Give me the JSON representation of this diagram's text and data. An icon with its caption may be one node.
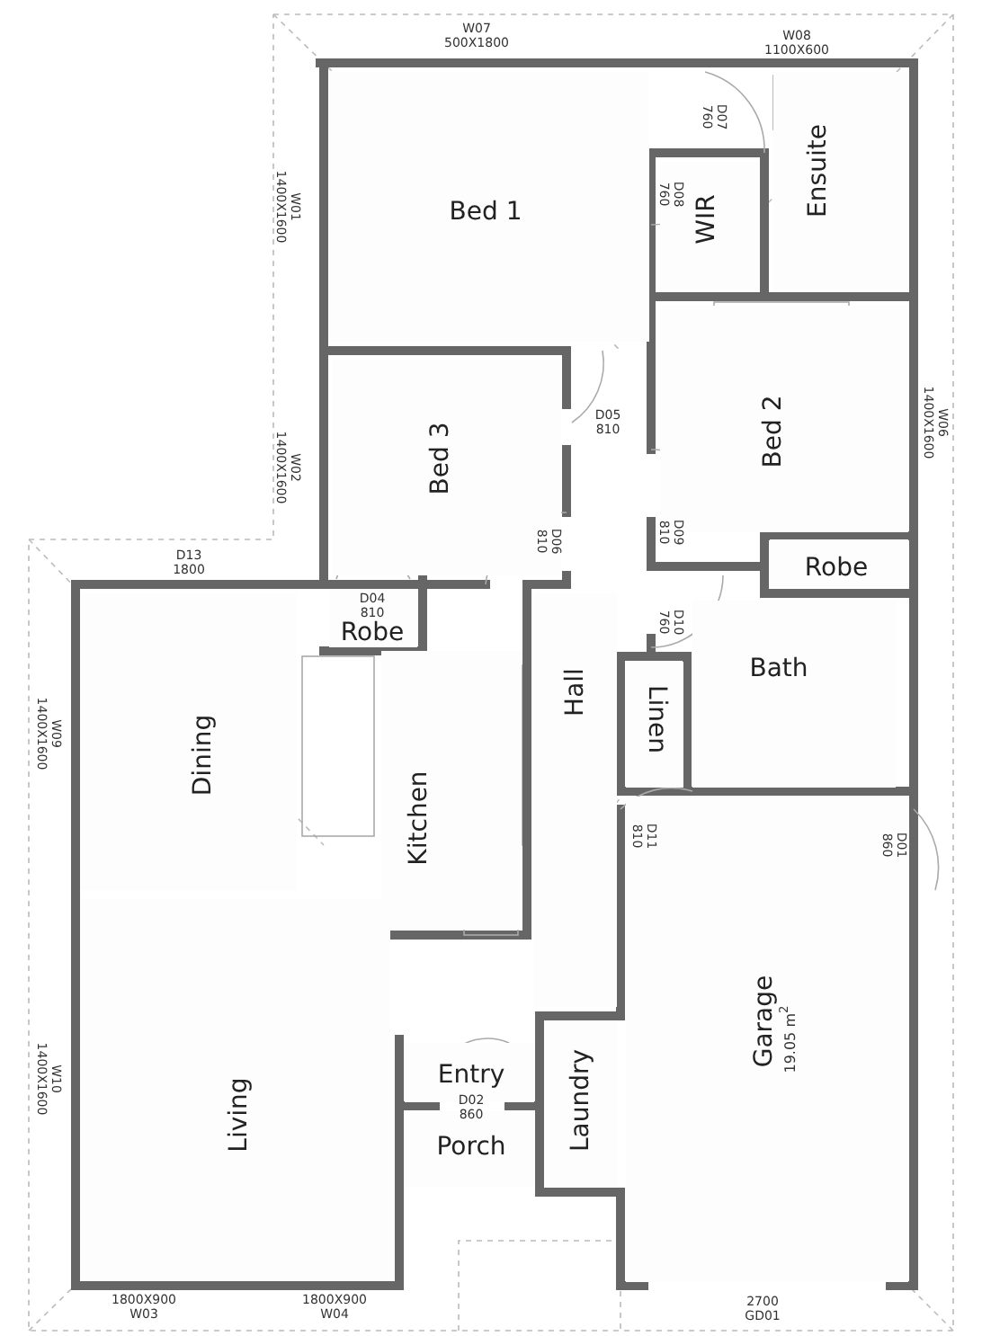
{
  "diagram": {
    "nodes": [
      {
        "text": [
          "Bed 1"
        ]
      },
      {
        "text": [
          "WIR"
        ]
      },
      {
        "text": [
          "Ensuite"
        ]
      },
      {
        "text": [
          "Bed 3"
        ]
      },
      {
        "text": [
          "Bed 2"
        ]
      },
      {
        "text": [
          "Robe"
        ]
      },
      {
        "text": [
          "Robe"
        ]
      },
      {
        "text": [
          "Hall"
        ]
      },
      {
        "text": [
          "Linen"
        ]
      },
      {
        "text": [
          "Bath"
        ]
      },
      {
        "text": [
          "Dining"
        ]
      },
      {
        "text": [
          "Kitchen"
        ]
      },
      {
        "text": [
          "Living"
        ]
      },
      {
        "text": [
          "Entry"
        ]
      },
      {
        "text": [
          "Porch"
        ]
      },
      {
        "text": [
          "Laundry"
        ]
      },
      {
        "text": [
          "Garage",
          "19.05 m$^{2}$"
        ]
      }
    ],
    "labels": [
      "W07 500X1800",
      "W08 1100X600",
      "W01 1400X1600",
      "D07 760",
      "D08 760",
      "D05 810",
      "W02 1400X1600",
      "D06 810",
      "D09 810",
      "W06 1400X1600",
      "D04 810",
      "D13 1800",
      "D10 760",
      "W09 1400X1600",
      "D11 810",
      "D01 860",
      "D02 860",
      "W10 1400X1600",
      "1800X900 W03",
      "1800X900 W04",
      "2700 GD01"
    ]
  }
}
